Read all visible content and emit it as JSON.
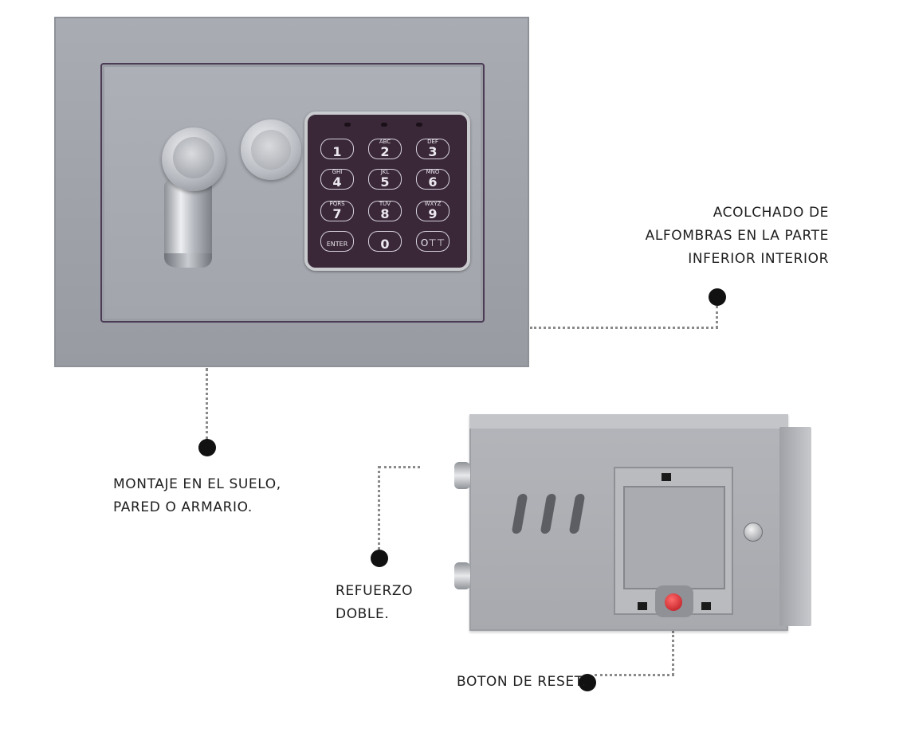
{
  "callouts": {
    "alfombras": [
      "ACOLCHADO DE",
      "ALFOMBRAS EN LA PARTE",
      "INFERIOR INTERIOR"
    ],
    "montaje": [
      "MONTAJE EN EL SUELO,",
      "PARED O ARMARIO."
    ],
    "refuerzo": [
      "REFUERZO",
      "DOBLE."
    ],
    "reset": "BOTON DE RESET."
  },
  "keypad": {
    "keys": [
      {
        "sub": "",
        "main": "1"
      },
      {
        "sub": "ABC",
        "main": "2"
      },
      {
        "sub": "DEF",
        "main": "3"
      },
      {
        "sub": "GHI",
        "main": "4"
      },
      {
        "sub": "JKL",
        "main": "5"
      },
      {
        "sub": "MNO",
        "main": "6"
      },
      {
        "sub": "PQRS",
        "main": "7"
      },
      {
        "sub": "TUV",
        "main": "8"
      },
      {
        "sub": "WXYZ",
        "main": "9"
      },
      {
        "sub": "",
        "main": "ENTER"
      },
      {
        "sub": "",
        "main": "0"
      },
      {
        "sub": "",
        "main": "O⊤⊤"
      }
    ]
  },
  "colors": {
    "safe_body": "#a4a7ae",
    "keypad_bg": "#3a2838",
    "dot": "#111111",
    "leader": "#8a8a8a",
    "reset_button": "#d4141c"
  },
  "icons": [
    "key-icon"
  ]
}
